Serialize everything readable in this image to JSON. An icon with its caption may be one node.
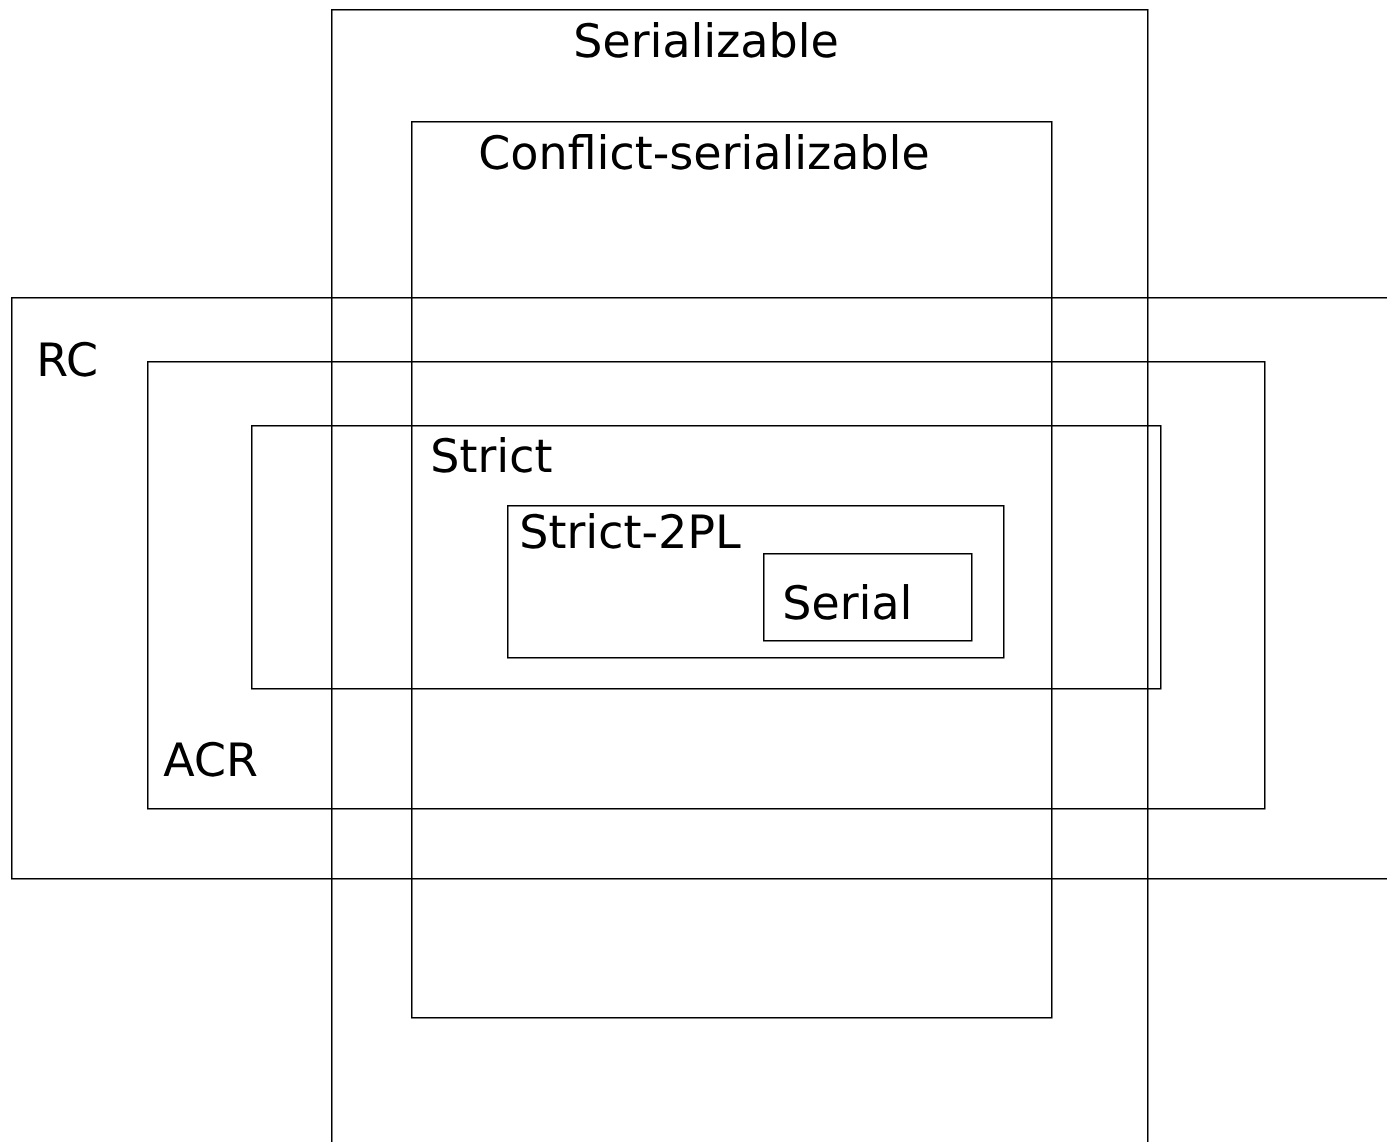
{
  "diagram": {
    "nodes": [
      {
        "text": [
          "Serializable"
        ]
      },
      {
        "text": [
          "Conflict-serializable"
        ],
        "in": 0
      },
      {
        "text": [
          "RC"
        ]
      },
      {
        "text": [
          "ACR"
        ],
        "in": 2
      },
      {
        "text": [
          "Strict"
        ],
        "in": 3
      },
      {
        "text": [
          "Strict-2PL"
        ]
      },
      {
        "text": [
          "Serial"
        ],
        "in": 5
      }
    ]
  }
}
